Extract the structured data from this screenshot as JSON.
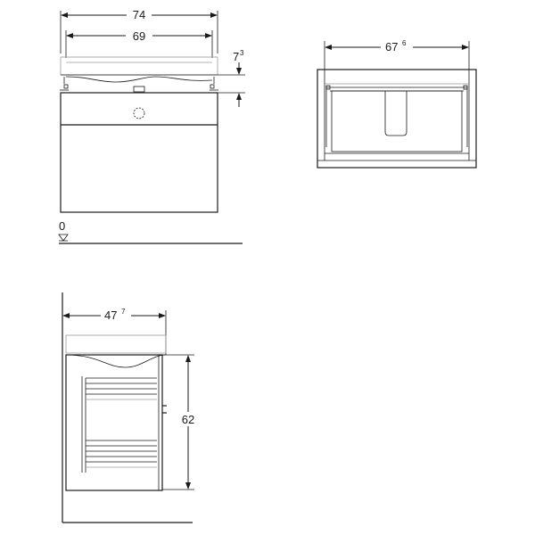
{
  "dimensions": {
    "overall_width": "74",
    "inner_width": "69",
    "top_height_main": "7",
    "top_height_sup": "3",
    "drawer_width_main": "67",
    "drawer_width_sup": "6",
    "depth_main": "47",
    "depth_sup": "7",
    "height": "62",
    "floor_level": "0"
  }
}
